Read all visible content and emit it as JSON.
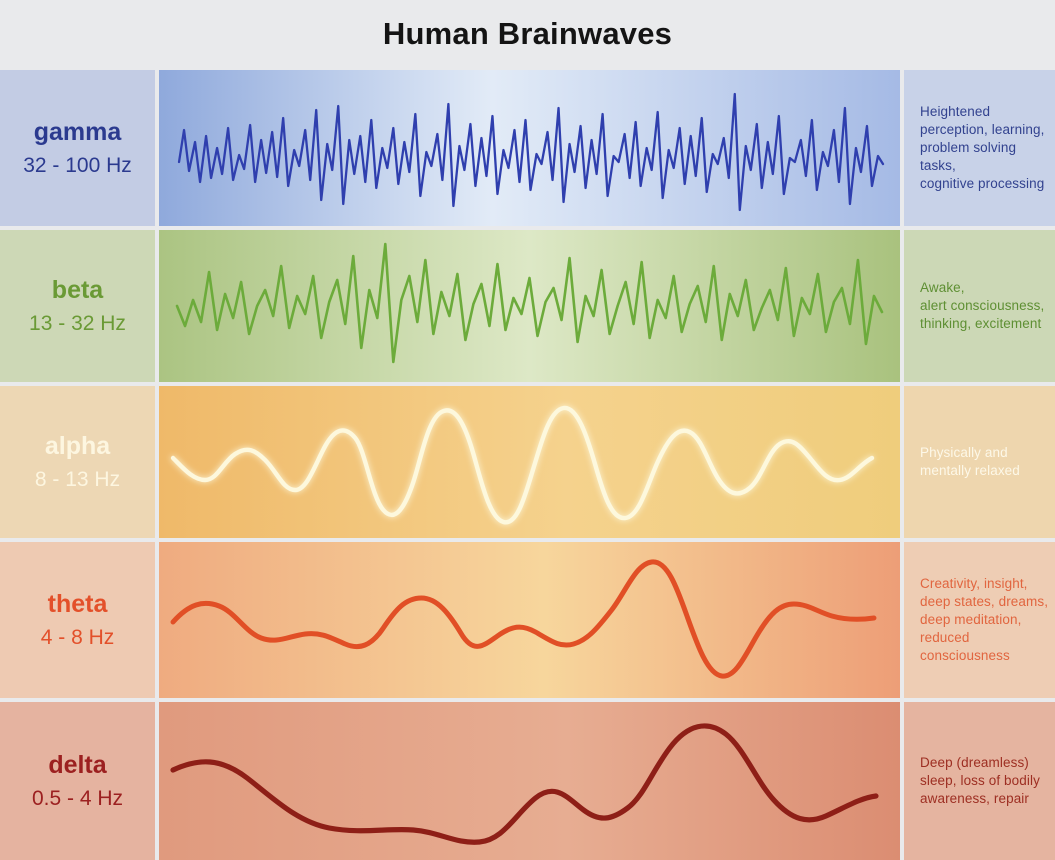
{
  "header": {
    "title": "Human Brainwaves"
  },
  "bands": [
    {
      "name": "gamma",
      "range": "32 - 100 Hz",
      "description": "Heightened perception, learning, problem solving tasks, cognitive processing",
      "desc_lines": [
        "Heightened",
        "perception, learning,",
        "problem solving tasks,",
        "cognitive processing"
      ],
      "label_color": "#2b3a8f",
      "desc_color": "#32428f",
      "wave_color": "#2f3fae",
      "side_bg": "#c3cce4",
      "grad_from": "#8fa9dc",
      "grad_mid": "#dfe8f5",
      "grad_to": "#a9bde6",
      "right_bg": "#c8d2e8"
    },
    {
      "name": "beta",
      "range": "13 - 32 Hz",
      "description": "Awake, alert consciousness, thinking, excitement",
      "desc_lines": [
        "Awake,",
        "alert consciousness,",
        "thinking, excitement"
      ],
      "label_color": "#6a9a35",
      "desc_color": "#5e8f33",
      "wave_color": "#6cab3b",
      "side_bg": "#cdd8b6",
      "grad_from": "#abc482",
      "grad_mid": "#dbe6c2",
      "grad_to": "#aac37f",
      "right_bg": "#ccd8b6"
    },
    {
      "name": "alpha",
      "range": "8 - 13 Hz",
      "description": "Physically and mentally relaxed",
      "desc_lines": [
        "Physically and",
        "mentally relaxed"
      ],
      "label_color": "#fdf6e0",
      "desc_color": "#fdf8e8",
      "wave_color": "#fdf8dd",
      "side_bg": "#edd7b4",
      "grad_from": "#f0b96b",
      "grad_mid": "#f4d089",
      "grad_to": "#f0cf7f",
      "right_bg": "#eed6ae"
    },
    {
      "name": "theta",
      "range": "4 - 8 Hz",
      "description": "Creativity, insight, deep states, dreams, deep meditation, reduced consciousness",
      "desc_lines": [
        "Creativity, insight,",
        "deep states, dreams,",
        "deep meditation,",
        "reduced",
        "consciousness"
      ],
      "label_color": "#e3502a",
      "desc_color": "#e1653f",
      "wave_color": "#e14f26",
      "side_bg": "#eecab2",
      "grad_from": "#f0ab80",
      "grad_mid": "#f6d49a",
      "grad_to": "#ee9f78",
      "right_bg": "#eecdb4"
    },
    {
      "name": "delta",
      "range": "0.5 - 4 Hz",
      "description": "Deep (dreamless) sleep, loss of bodily awareness, repair",
      "desc_lines": [
        "Deep (dreamless)",
        "sleep, loss of bodily",
        "awareness, repair"
      ],
      "label_color": "#9c2020",
      "desc_color": "#9d2e22",
      "wave_color": "#8e1f17",
      "side_bg": "#e5b3a0",
      "grad_from": "#e09a7e",
      "grad_mid": "#e5a98e",
      "grad_to": "#dc8f74",
      "right_bg": "#e5b4a0"
    }
  ],
  "chart_data": {
    "type": "line",
    "title": "Human Brainwaves",
    "xlabel": "",
    "ylabel": "",
    "series": [
      {
        "name": "gamma",
        "frequency_hz": [
          32,
          100
        ],
        "relative_frequency": 1.0,
        "relative_amplitude": 0.55,
        "waveform": "dense irregular spikes"
      },
      {
        "name": "beta",
        "frequency_hz": [
          13,
          32
        ],
        "relative_frequency": 0.62,
        "relative_amplitude": 0.62,
        "waveform": "medium irregular spikes"
      },
      {
        "name": "alpha",
        "frequency_hz": [
          8,
          13
        ],
        "relative_frequency": 0.3,
        "relative_amplitude": 0.8,
        "waveform": "smooth sine, growing amplitude"
      },
      {
        "name": "theta",
        "frequency_hz": [
          4,
          8
        ],
        "relative_frequency": 0.18,
        "relative_amplitude": 0.55,
        "waveform": "slow wave with one large late peak"
      },
      {
        "name": "delta",
        "frequency_hz": [
          0.5,
          4
        ],
        "relative_frequency": 0.08,
        "relative_amplitude": 0.45,
        "waveform": "very slow undulation"
      }
    ]
  }
}
